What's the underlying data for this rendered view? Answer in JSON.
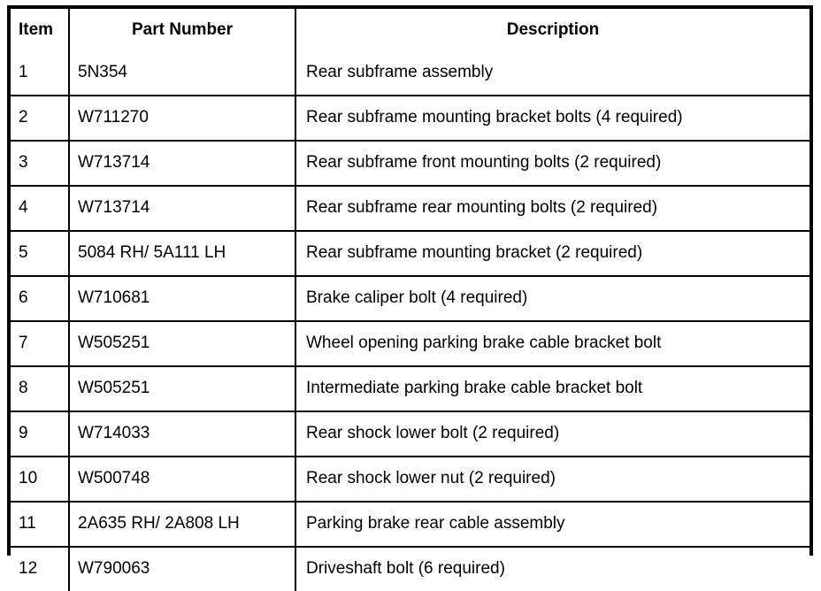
{
  "table": {
    "headers": {
      "item": "Item",
      "part_number": "Part Number",
      "description": "Description"
    },
    "rows": [
      {
        "item": "1",
        "part_number": "5N354",
        "description": "Rear subframe assembly"
      },
      {
        "item": "2",
        "part_number": "W711270",
        "description": "Rear subframe mounting bracket bolts (4 required)"
      },
      {
        "item": "3",
        "part_number": "W713714",
        "description": "Rear subframe front mounting bolts (2 required)"
      },
      {
        "item": "4",
        "part_number": "W713714",
        "description": "Rear subframe rear mounting bolts (2 required)"
      },
      {
        "item": "5",
        "part_number": "5084 RH/ 5A111 LH",
        "description": "Rear subframe mounting bracket (2 required)"
      },
      {
        "item": "6",
        "part_number": "W710681",
        "description": "Brake caliper bolt (4 required)"
      },
      {
        "item": "7",
        "part_number": "W505251",
        "description": "Wheel opening parking brake cable bracket bolt"
      },
      {
        "item": "8",
        "part_number": "W505251",
        "description": "Intermediate parking brake cable bracket bolt"
      },
      {
        "item": "9",
        "part_number": "W714033",
        "description": "Rear shock lower bolt (2 required)"
      },
      {
        "item": "10",
        "part_number": "W500748",
        "description": "Rear shock lower nut (2 required)"
      },
      {
        "item": "11",
        "part_number": "2A635 RH/ 2A808 LH",
        "description": "Parking brake rear cable assembly"
      },
      {
        "item": "12",
        "part_number": "W790063",
        "description": "Driveshaft bolt (6 required)"
      }
    ]
  },
  "colors": {
    "border": "#000000",
    "text": "#000000",
    "background": "#ffffff"
  }
}
